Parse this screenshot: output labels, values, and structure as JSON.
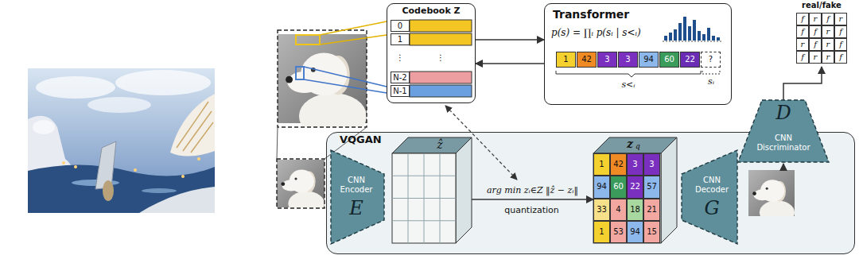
{
  "diagram": {
    "nodes": [
      {
        "text": [
          "Codebook Z"
        ]
      },
      {
        "text": [
          "Transformer",
          "p(s) = ∏ᵢ p(sᵢ | s<ᵢ)"
        ]
      },
      {
        "text": [
          "VQGAN"
        ]
      },
      {
        "text": [
          "CNN Encoder",
          "E"
        ],
        "in": 2
      },
      {
        "text": [
          "ẑ"
        ],
        "in": 2
      },
      {
        "text": [
          "z",
          "q"
        ],
        "in": 2
      },
      {
        "text": [
          "CNN Decoder",
          "G"
        ],
        "in": 2
      },
      {
        "text": [
          "D",
          "CNN Discriminator"
        ]
      },
      {
        "text": [
          "real/fake"
        ]
      }
    ],
    "edges": [
      {
        "from": 0,
        "to": 1,
        "arrow": "to"
      },
      {
        "from": 1,
        "to": 0,
        "arrow": "to"
      },
      {
        "from": 4,
        "to": 5,
        "label": "arg min zᵢ∈Z ‖ẑ − zᵢ‖",
        "arrow": "to"
      },
      {
        "from": 7,
        "to": 8,
        "arrow": "to"
      }
    ],
    "labels": [
      "0",
      "1",
      "⋮",
      "⋮",
      "N-2",
      "N-1",
      "1",
      "42",
      "3",
      "3",
      "94",
      "60",
      "22",
      "?",
      "s<ᵢ",
      "sᵢ",
      "1",
      "42",
      "3",
      "3",
      "94",
      "60",
      "22",
      "57",
      "33",
      "4",
      "18",
      "21",
      "1",
      "53",
      "94",
      "15",
      "quantization",
      "f",
      "r",
      "f",
      "r",
      "f",
      "f",
      "r",
      "f",
      "r",
      "f",
      "r",
      "f",
      "f",
      "r",
      "r",
      "f"
    ]
  }
}
